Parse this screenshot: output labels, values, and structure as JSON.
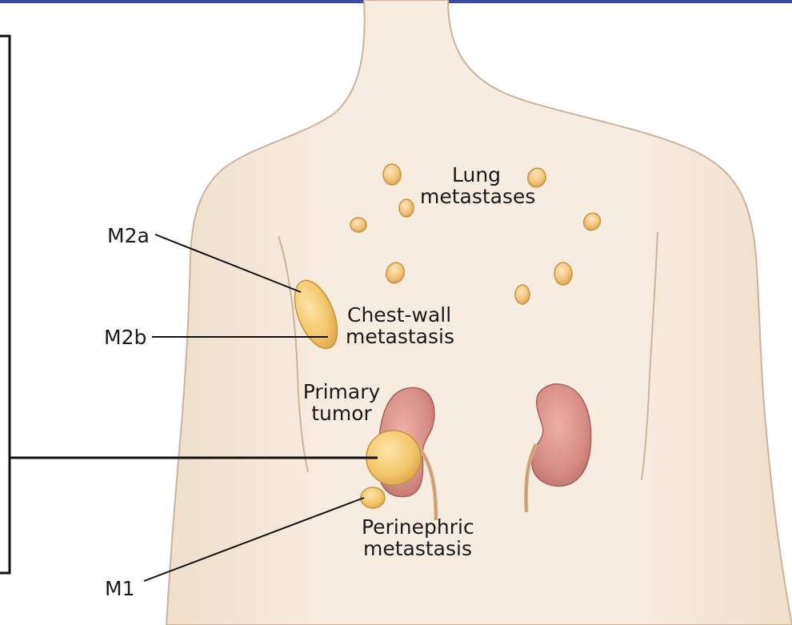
{
  "labels": {
    "lung": [
      "Lung",
      "metastases"
    ],
    "chest_wall": [
      "Chest-wall",
      "metastasis"
    ],
    "primary": [
      "Primary",
      "tumor"
    ],
    "perinephric": [
      "Perinephric",
      "metastasis"
    ],
    "m2a": "M2a",
    "m2b": "M2b",
    "m1": "M1"
  },
  "colors": {
    "skin": "#f6eadb",
    "skin_outline": "#cdb39b",
    "nodule": "#f2c47e",
    "nodule_outline": "#c7953f",
    "tumor": "#f5cf78",
    "kidney": "#d48a83",
    "kidney_outline": "#a85f5a",
    "leader_line": "#111111",
    "top_band": "#3a4aa8"
  }
}
